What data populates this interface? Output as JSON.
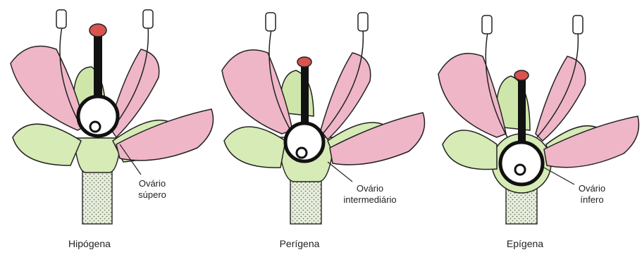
{
  "flowers": [
    {
      "id": "hipogena",
      "title": "Hipógena",
      "ovary_label_line1": "Ovário",
      "ovary_label_line2": "súpero"
    },
    {
      "id": "perigena",
      "title": "Perígena",
      "ovary_label_line1": "Ovário",
      "ovary_label_line2": "intermediário"
    },
    {
      "id": "epigena",
      "title": "Epígena",
      "ovary_label_line1": "Ovário",
      "ovary_label_line2": "ínfero"
    }
  ],
  "colors": {
    "petal_pink": "#efb6c8",
    "sepal_green": "#d6ebb5",
    "stigma_red": "#d9534f",
    "outline": "#1a1a1a",
    "stem_dots": "#6f7a5a"
  }
}
